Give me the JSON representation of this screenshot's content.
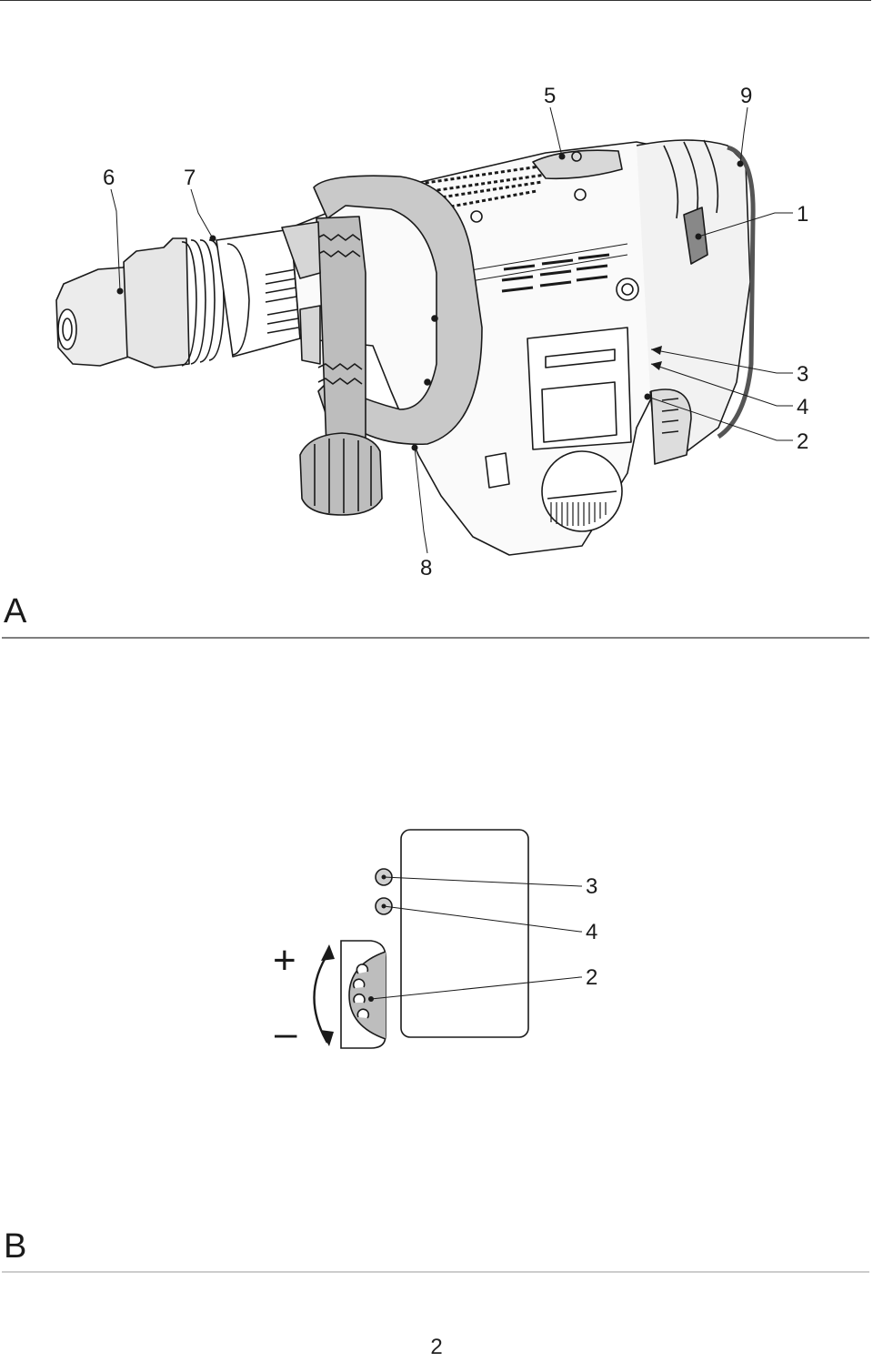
{
  "figure_a": {
    "letter": "A",
    "callouts": [
      "6",
      "7",
      "5",
      "9",
      "1",
      "3",
      "4",
      "2",
      "8"
    ]
  },
  "figure_b": {
    "letter": "B",
    "callouts": [
      "3",
      "4",
      "2"
    ],
    "plus": "+",
    "minus": "–"
  },
  "page_number": "2"
}
